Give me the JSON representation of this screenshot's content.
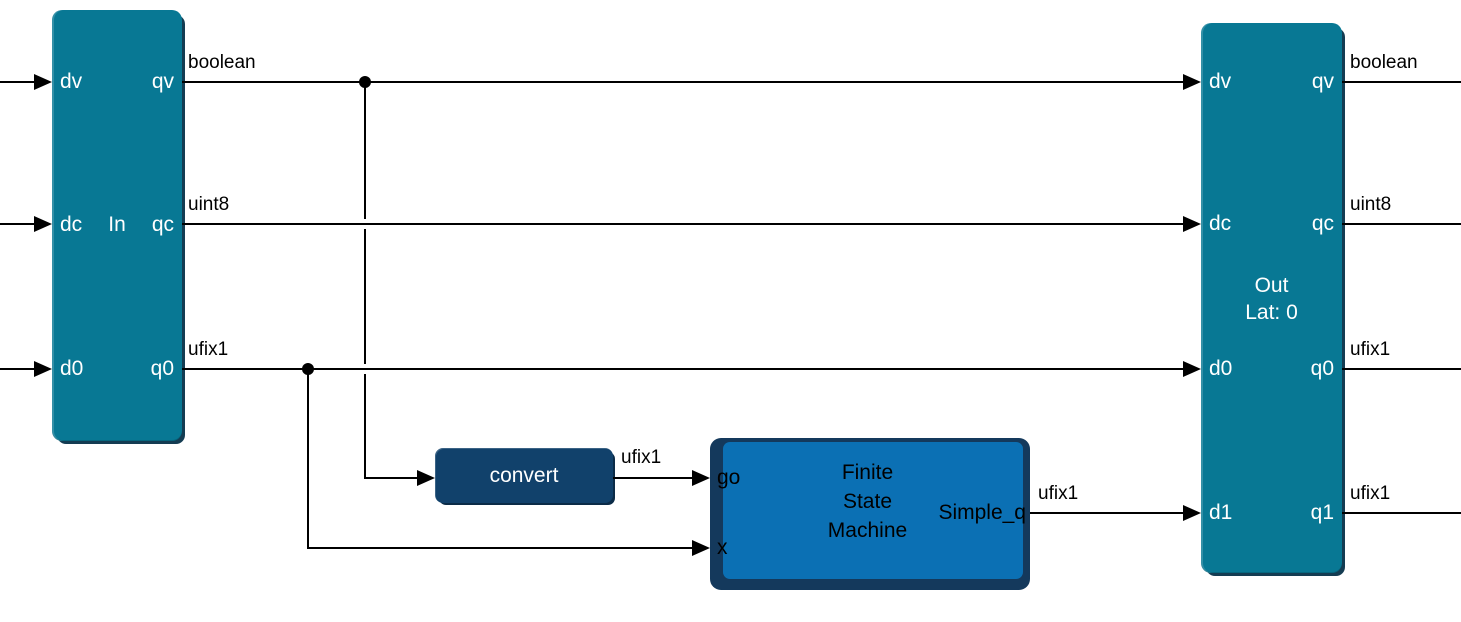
{
  "blocks": {
    "in": {
      "title": "In",
      "ports": {
        "dv": "dv",
        "dc": "dc",
        "d0": "d0",
        "qv": "qv",
        "qc": "qc",
        "q0": "q0"
      }
    },
    "out": {
      "title": "Out",
      "latency": "Lat: 0",
      "ports": {
        "dv": "dv",
        "dc": "dc",
        "d0": "d0",
        "d1": "d1",
        "qv": "qv",
        "qc": "qc",
        "q0": "q0",
        "q1": "q1"
      }
    },
    "convert": {
      "title": "convert"
    },
    "fsm": {
      "title_line1": "Finite",
      "title_line2": "State",
      "title_line3": "Machine",
      "output_port": "Simple_q",
      "ports": {
        "go": "go",
        "x": "x"
      }
    }
  },
  "signals": {
    "in_qv": "boolean",
    "in_qc": "uint8",
    "in_q0": "ufix1",
    "convert_out": "ufix1",
    "fsm_out": "ufix1",
    "out_qv": "boolean",
    "out_qc": "uint8",
    "out_q0": "ufix1",
    "out_q1": "ufix1"
  },
  "colors": {
    "io_block_fill": "#087894",
    "io_block_shadow": "#143c52",
    "convert_fill": "#11416b",
    "convert_shadow": "#0b2b47",
    "fsm_fill": "#0b70b4",
    "fsm_border": "#14395c",
    "wire": "#000000",
    "signal_label": "#000000",
    "port_label": "#ffffff",
    "canvas_bg": "#ffffff"
  }
}
